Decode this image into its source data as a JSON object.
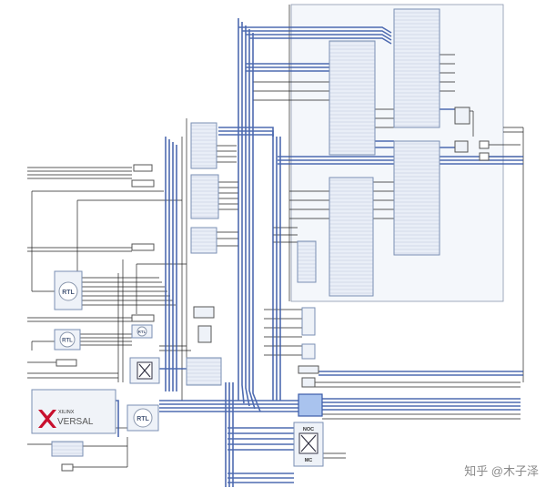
{
  "diagram": {
    "rtl_badge": "RTL",
    "xilinx_word": "XILINX",
    "versal_word": "VERSAL",
    "noc_top": "NOC",
    "noc_bottom": "MC",
    "watermark": "知乎 @木子泽"
  },
  "colors": {
    "wire_blue": "#3b5ba8",
    "wire_black": "#222222",
    "block_fill": "#e6edf7",
    "block_stroke": "#7a8fb3",
    "selected_fill": "#a9c3ee",
    "xilinx_red": "#c8102e"
  }
}
